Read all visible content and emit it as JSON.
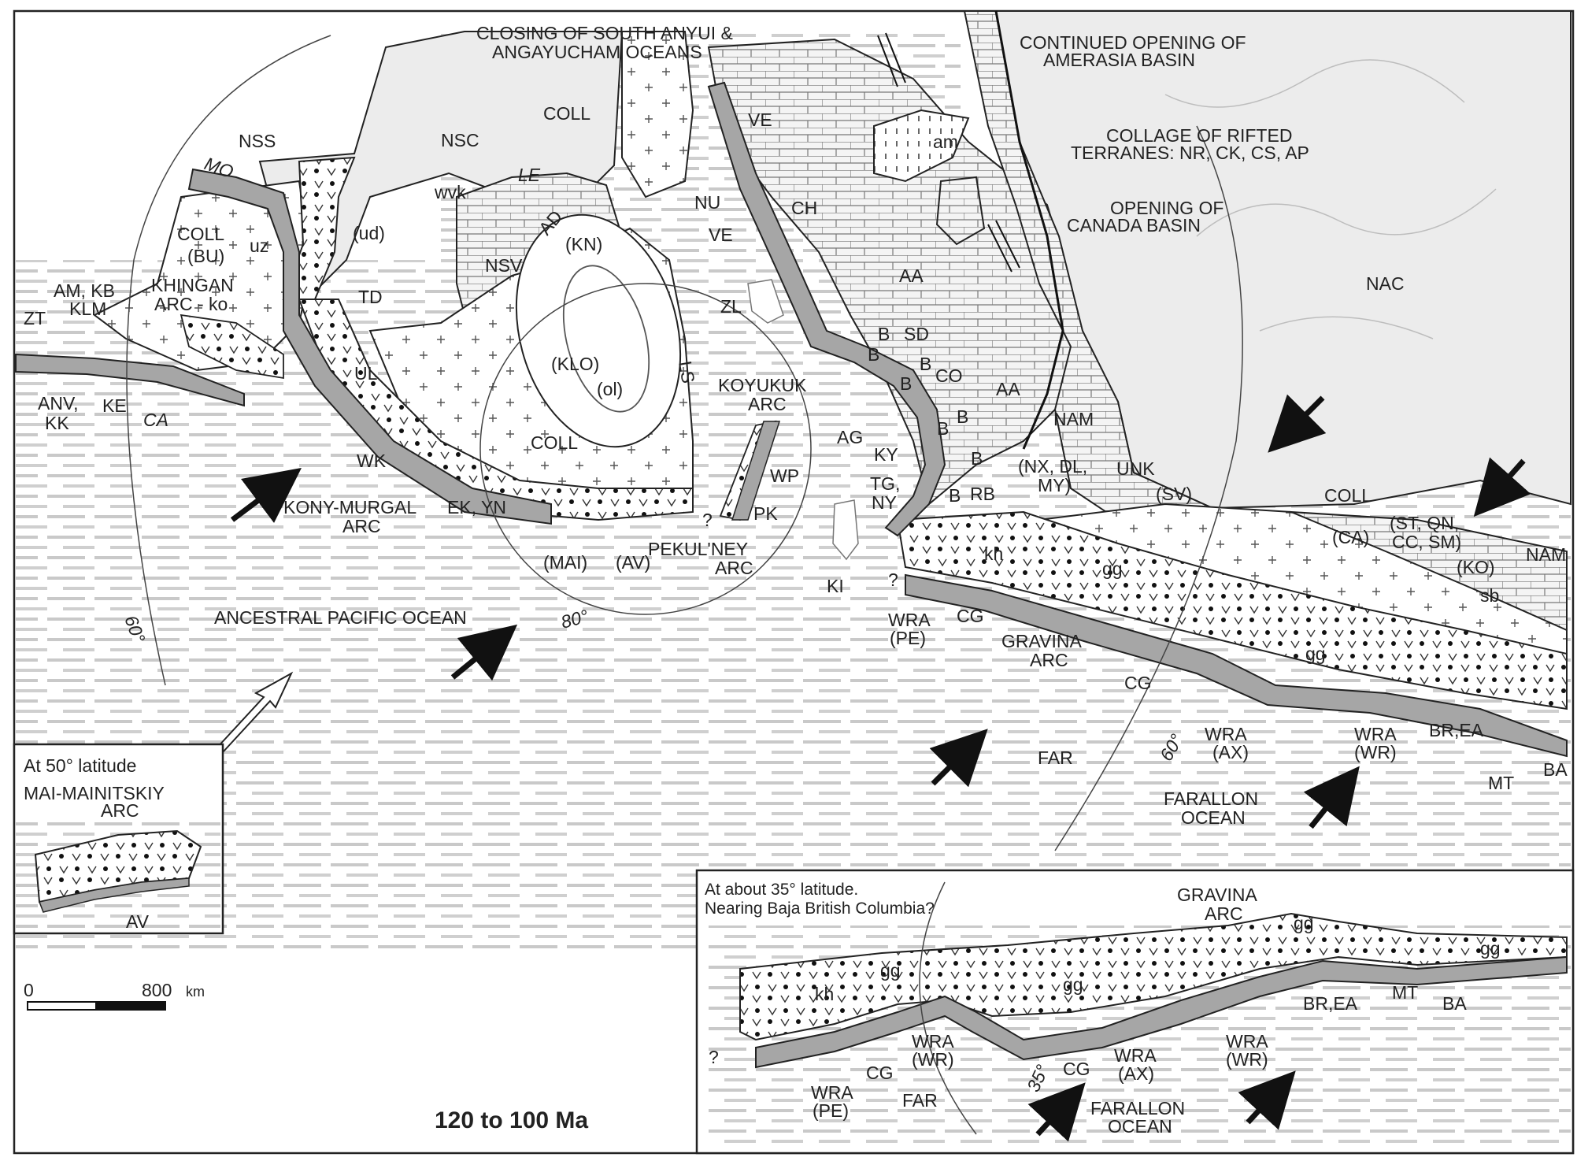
{
  "title": "120 to 100 Ma",
  "colors": {
    "continent_fill": "#ececec",
    "subduction_band": "#a6a6a6",
    "ocean_hatch": "#c8c8c8",
    "outline": "#1a1a1a",
    "text": "#222222"
  },
  "labels": {
    "closing_1": "CLOSING OF SOUTH ANYUI &",
    "closing_2": "ANGAYUCHAM OCEANS",
    "continued_1": "CONTINUED OPENING OF",
    "continued_2": "AMERASIA BASIN",
    "collage_1": "COLLAGE OF RIFTED",
    "collage_2": "TERRANES: NR, CK, CS, AP",
    "opening_1": "OPENING OF",
    "opening_2": "CANADA BASIN",
    "nss": "NSS",
    "nsc": "NSC",
    "mo": "MO",
    "coll_top": "COLL",
    "coll_bu": "COLL",
    "bu": "(BU)",
    "uz": "uz",
    "ud": "(ud)",
    "wvk": "wvk",
    "le": "LE",
    "ad": "AD",
    "kn": "(KN)",
    "nsv": "NSV",
    "am_kb": "AM, KB",
    "klm": "KLM",
    "khingan_1": "KHINGAN",
    "khingan_2": "ARC - ko",
    "zt": "ZT",
    "td": "TD",
    "ul": "UL",
    "anv_1": "ANV,",
    "anv_2": "KK",
    "ke": "KE",
    "ca_ital": "CA",
    "klo": "(KLO)",
    "ol": "(ol)",
    "ls": "LS",
    "coll_mid": "COLL",
    "wk": "WK",
    "kony_1": "KONY-MURGAL",
    "kony_2": "ARC",
    "ek_yn": "EK, YN",
    "mai": "(MAI)",
    "av": "(AV)",
    "ancestral": "ANCESTRAL PACIFIC OCEAN",
    "lat80": "80°",
    "lat60_left": "60°",
    "ve_top": "VE",
    "nu": "NU",
    "ve_mid": "VE",
    "ch": "CH",
    "am_small": "am",
    "aa_top": "AA",
    "zl": "ZL",
    "koyukuk_1": "KOYUKUK",
    "koyukuk_2": "ARC",
    "wp": "WP",
    "pk": "PK",
    "q1": "?",
    "pekulney_1": "PEKUL'NEY",
    "pekulney_2": "ARC",
    "ki": "KI",
    "b1": "B",
    "sd": "SD",
    "b2": "B",
    "b3": "B",
    "co": "CO",
    "b4": "B",
    "b5": "B",
    "b6": "B",
    "b7": "B",
    "b8": "B",
    "ag": "AG",
    "ky": "KY",
    "tg": "TG,",
    "ny": "NY",
    "rb": "RB",
    "aa_mid": "AA",
    "nam": "NAM",
    "nac": "NAC",
    "nx_1": "(NX, DL,",
    "nx_2": "MY)",
    "unk": "UNK",
    "sv": "(SV)",
    "coll_right": "COLL",
    "ca_paren": "(CA)",
    "st_1": "(ST, QN,",
    "st_2": "CC, SM)",
    "ko": "(KO)",
    "nam_right": "NAM",
    "sb": "sb",
    "kh": "kh",
    "gg1": "gg",
    "q2": "?",
    "wra_pe_1": "WRA",
    "wra_pe_2": "(PE)",
    "cg1": "CG",
    "gravina_1": "GRAVINA",
    "gravina_2": "ARC",
    "cg2": "CG",
    "gg2": "gg",
    "lat60_right": "60°",
    "wra_ax_1": "WRA",
    "wra_ax_2": "(AX)",
    "wra_wr_1": "WRA",
    "wra_wr_2": "(WR)",
    "br_ea": "BR,EA",
    "mt": "MT",
    "ba": "BA",
    "far": "FAR",
    "farallon_1": "FARALLON",
    "farallon_2": "OCEAN"
  },
  "inset_left": {
    "caption": "At 50° latitude",
    "arc_1": "MAI-MAINITSKIY",
    "arc_2": "ARC",
    "av": "AV"
  },
  "inset_right": {
    "caption_1": "At about 35° latitude.",
    "caption_2": "Nearing Baja British Columbia?",
    "gravina_1": "GRAVINA",
    "gravina_2": "ARC",
    "gg1": "gg",
    "gg2": "gg",
    "gg3": "gg",
    "gg4": "gg",
    "kh": "kh",
    "q": "?",
    "wra_pe_1": "WRA",
    "wra_pe_2": "(PE)",
    "cg1": "CG",
    "far": "FAR",
    "wra_wr1_1": "WRA",
    "wra_wr1_2": "(WR)",
    "lat35": "35°",
    "cg2": "CG",
    "wra_ax_1": "WRA",
    "wra_ax_2": "(AX)",
    "farallon_1": "FARALLON",
    "farallon_2": "OCEAN",
    "wra_wr2_1": "WRA",
    "wra_wr2_2": "(WR)",
    "br_ea": "BR,EA",
    "mt": "MT",
    "ba": "BA"
  },
  "scale": {
    "zero": "0",
    "max": "800",
    "unit": "km"
  }
}
